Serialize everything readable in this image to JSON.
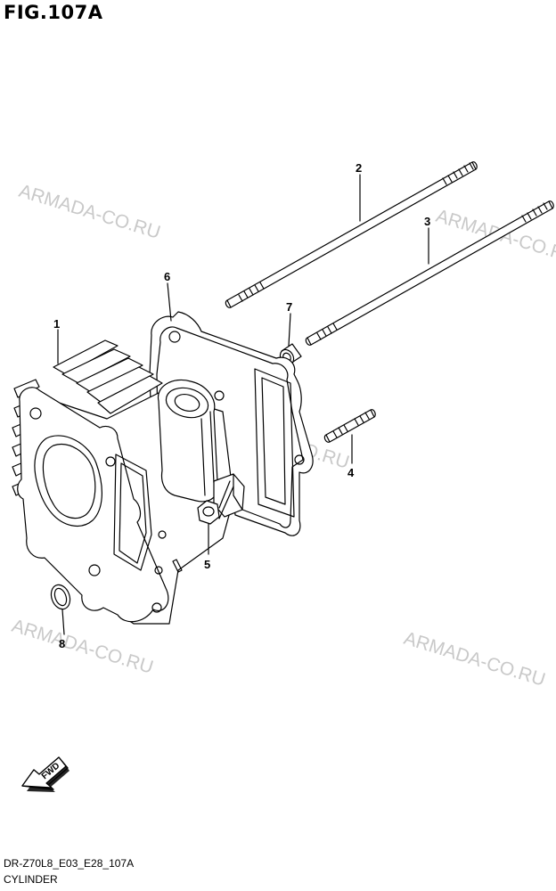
{
  "figure": {
    "title": "FIG.107A",
    "code": "DR-Z70L8_E03_E28_107A",
    "name": "CYLINDER"
  },
  "callouts": [
    "1",
    "2",
    "3",
    "4",
    "5",
    "6",
    "7",
    "8"
  ],
  "watermark": "ARMADA-CO.RU",
  "fwd_label": "FWD",
  "colors": {
    "line": "#000000",
    "watermark": "#c9c9c9",
    "background": "#ffffff"
  }
}
